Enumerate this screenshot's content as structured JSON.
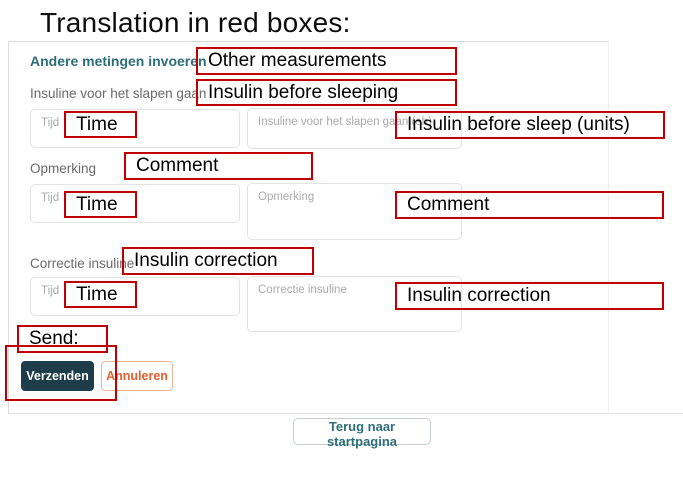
{
  "slide": {
    "title": "Translation in red boxes:"
  },
  "form": {
    "heading": "Andere metingen invoeren",
    "section_sleep": {
      "label": "Insuline voor het slapen gaan",
      "time_placeholder": "Tijd",
      "value_placeholder": "Insuline voor het slapen gaan (eh)"
    },
    "section_comment": {
      "label": "Opmerking",
      "time_placeholder": "Tijd",
      "value_placeholder": "Opmerking"
    },
    "section_correction": {
      "label": "Correctie insuline",
      "time_placeholder": "Tijd",
      "value_placeholder": "Correctie insuline"
    },
    "buttons": {
      "submit": "Verzenden",
      "cancel": "Annuleren",
      "back": "Terug naar startpagina"
    }
  },
  "annotations": {
    "other_measurements": "Other measurements",
    "insulin_before_sleeping": "Insulin before sleeping",
    "time_row1": "Time",
    "insulin_before_sleep_units": "Insulin before sleep (units)",
    "comment_label": "Comment",
    "time_row2": "Time",
    "comment_field": "Comment",
    "insulin_correction_label": "Insulin correction",
    "time_row3": "Time",
    "insulin_correction_field": "Insulin correction",
    "send": "Send:"
  },
  "colors": {
    "annotation_red": "#c00000",
    "heading_teal": "#2d6e78",
    "submit_bg": "#1d3d4b",
    "cancel_orange": "#e4602f"
  }
}
